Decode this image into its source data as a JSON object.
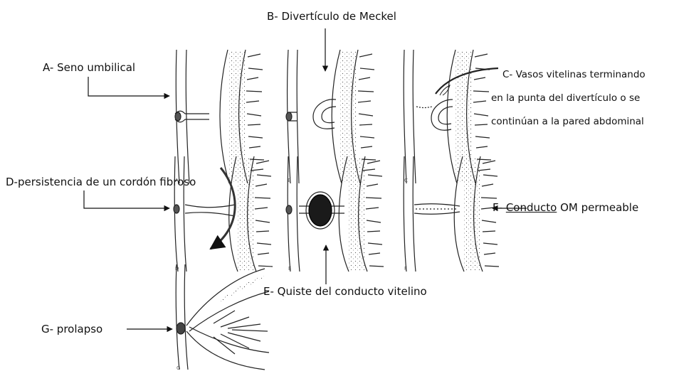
{
  "labels": {
    "a": "A- Seno umbilical",
    "b": "B- Divertículo de Meckel",
    "c_line1": "C- Vasos vitelinas terminando",
    "c_line2": "en la punta del divertículo o se",
    "c_line3": "continúan a la pared abdominal",
    "d": "D-persistencia de un cordón fibroso",
    "e": "E- Quiste del conducto vitelino",
    "f_prefix": "F- ",
    "f_underlined": "Conducto",
    "f_suffix": " OM permeable",
    "g": "G- prolapso"
  },
  "panel_letters": {
    "a": "A",
    "b": "B",
    "c": "C",
    "d": "D",
    "e": "E",
    "f": "F",
    "g": "G"
  },
  "colors": {
    "ink": "#111111",
    "cyst": "#1a1a1a"
  }
}
